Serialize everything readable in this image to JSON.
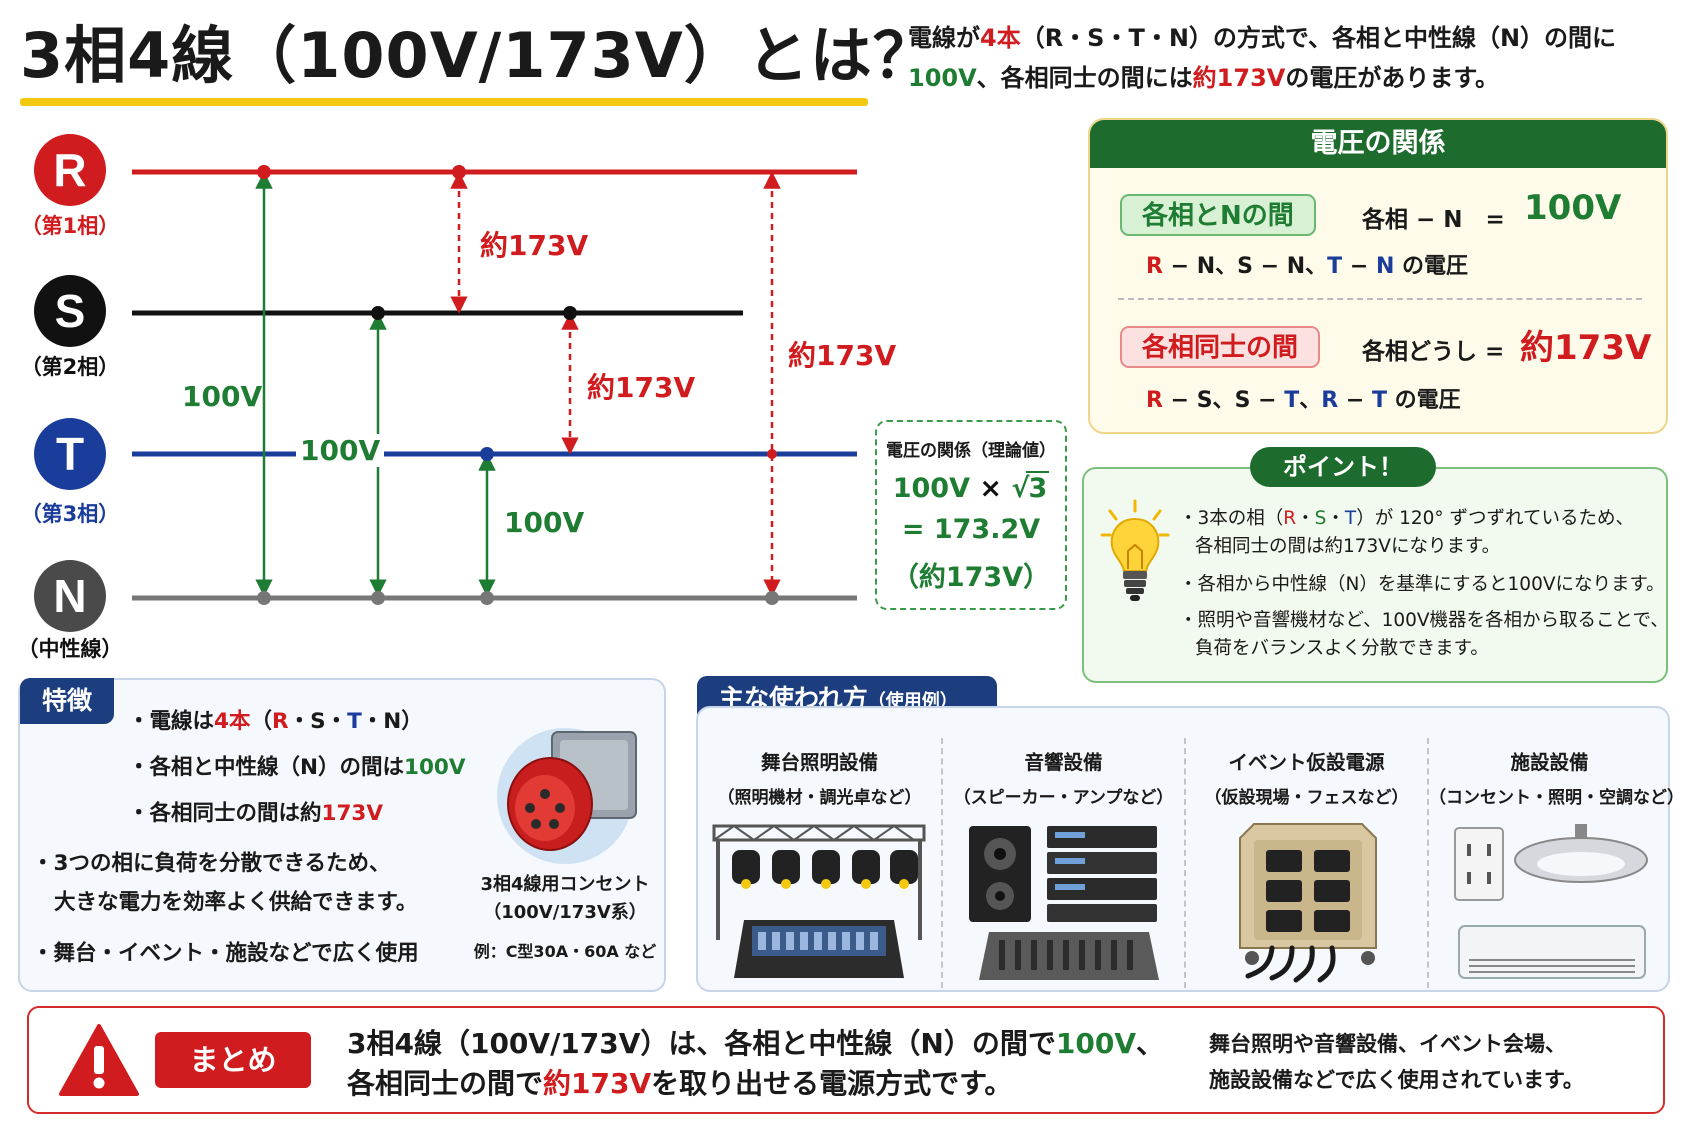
{
  "title": "3相4線（100V/173V）とは？",
  "intro": {
    "line1": [
      "電線が",
      "4本",
      "（R・S・T・N）の方式で、各相と中性線（N）の間に"
    ],
    "line2": [
      "100V",
      "、各相同士の間には",
      "約173V",
      "の電圧があります。"
    ]
  },
  "phases": [
    {
      "letter": "R",
      "label": "（第1相）",
      "color": "#d01c1f"
    },
    {
      "letter": "S",
      "label": "（第2相）",
      "color": "#111111"
    },
    {
      "letter": "T",
      "label": "（第3相）",
      "color": "#1a3d9c"
    },
    {
      "letter": "N",
      "label": "（中性線）",
      "color": "#4a4a4a"
    }
  ],
  "voltage_labels": {
    "rn": "100V",
    "sn": "100V",
    "tn": "100V",
    "rs": "約173V",
    "st": "約173V",
    "rt": "約173V"
  },
  "theory": {
    "title": "電圧の関係（理論値）",
    "line1_a": "100V",
    "line1_op": "×",
    "line1_root": "√",
    "line1_root_val": "3",
    "line2": "= 173.2V",
    "line3": "（約173V）"
  },
  "relation": {
    "header": "電圧の関係",
    "phase_n": {
      "pill": "各相とNの間",
      "eq": "各相 − N　=",
      "value": "100V",
      "sub": [
        "R",
        " − N、",
        "S",
        " − N、",
        "T",
        " − ",
        "N",
        " の電圧"
      ]
    },
    "phase_phase": {
      "pill": "各相同士の間",
      "eq": "各相どうし =",
      "value": "約173V",
      "sub": [
        "R",
        " − S、",
        "S",
        " − ",
        "T",
        "、",
        "R",
        " − ",
        "T",
        " の電圧"
      ]
    }
  },
  "point": {
    "header": "ポイント！",
    "items": [
      {
        "l1": [
          "・3本の相（",
          "R",
          "・",
          "S",
          "・",
          "T",
          "）が 120° ずつずれているため、"
        ],
        "l2": "各相同士の間は約173Vになります。"
      },
      {
        "l1": [
          "・各相から中性線（N）を基準にすると100Vになります。"
        ]
      },
      {
        "l1": [
          "・照明や音響機材など、100V機器を各相から取ることで、"
        ],
        "l2": "負荷をバランスよく分散できます。"
      }
    ]
  },
  "features": {
    "tab": "特徴",
    "item1": [
      "・電線は",
      "4本",
      "（",
      "R",
      "・",
      "S",
      "・",
      "T",
      "・N）"
    ],
    "item2": [
      "・各相と中性線（N）の間は",
      "100V"
    ],
    "item3": [
      "・各相同士の間は約",
      "173V"
    ],
    "item4_l1": "・3つの相に負荷を分散できるため、",
    "item4_l2": "大きな電力を効率よく供給できます。",
    "item5": "・舞台・イベント・施設などで広く使用",
    "outlet_cap1": "3相4線用コンセント",
    "outlet_cap2": "（100V/173V系）",
    "outlet_cap3": "例：C型30A・60A など"
  },
  "usage": {
    "tab": "主な使われ方",
    "tab_note": "（使用例）",
    "columns": [
      {
        "title": "舞台照明設備",
        "sub": "（照明機材・調光卓など）"
      },
      {
        "title": "音響設備",
        "sub": "（スピーカー・アンプなど）"
      },
      {
        "title": "イベント仮設電源",
        "sub": "（仮設現場・フェスなど）"
      },
      {
        "title": "施設設備",
        "sub": "（コンセント・照明・空調など）"
      }
    ]
  },
  "summary": {
    "badge": "まとめ",
    "line1": [
      "3相4線（100V/173V）は、各相と中性線（N）の間で",
      "100V",
      "、"
    ],
    "line2": [
      "各相同士の間で",
      "約173V",
      "を取り出せる電源方式です。"
    ],
    "right1": "舞台照明や音響設備、イベント会場、",
    "right2": "施設設備などで広く使用されています。"
  },
  "colors": {
    "red": "#d01c1f",
    "green": "#1e7d32",
    "blue": "#1a3d9c",
    "yellow": "#f2c811",
    "dark_green": "#1e6b2e",
    "navy": "#1c3e7e"
  }
}
